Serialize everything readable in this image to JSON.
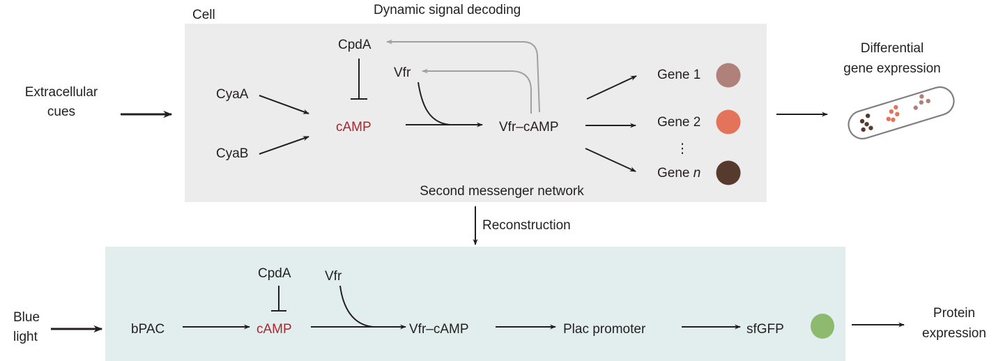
{
  "top_panel": {
    "cell_label": "Cell",
    "title": "Dynamic signal decoding",
    "caption": "Second messenger network",
    "background": "#ececec",
    "nodes": {
      "cpda": "CpdA",
      "cyaa": "CyaA",
      "cyab": "CyaB",
      "camp": "cAMP",
      "vfr": "Vfr",
      "vfr_camp": "Vfr–cAMP"
    },
    "genes": [
      {
        "label": "Gene 1",
        "color": "#b0807a"
      },
      {
        "label": "Gene 2",
        "color": "#e3735a"
      },
      {
        "label_prefix": "Gene ",
        "label_italic": "n",
        "color": "#573a2e"
      }
    ],
    "ellipsis": "⋮"
  },
  "input_label": {
    "line1": "Extracellular",
    "line2": "cues"
  },
  "output": {
    "line1": "Differential",
    "line2": "gene expression"
  },
  "reconstruction_label": "Reconstruction",
  "bottom_panel": {
    "background": "#e2eeee",
    "nodes": {
      "bpac": "bPAC",
      "cpda": "CpdA",
      "camp": "cAMP",
      "vfr": "Vfr",
      "vfr_camp": "Vfr–cAMP",
      "plac": "Plac promoter",
      "sfgfp": "sfGFP"
    },
    "reporter_color": "#8dba6e"
  },
  "bottom_input": {
    "line1": "Blue",
    "line2": "light"
  },
  "bottom_output": {
    "line1": "Protein",
    "line2": "expression"
  },
  "colors": {
    "camp_red": "#a8262f",
    "feedback_gray": "#a0a0a0"
  }
}
